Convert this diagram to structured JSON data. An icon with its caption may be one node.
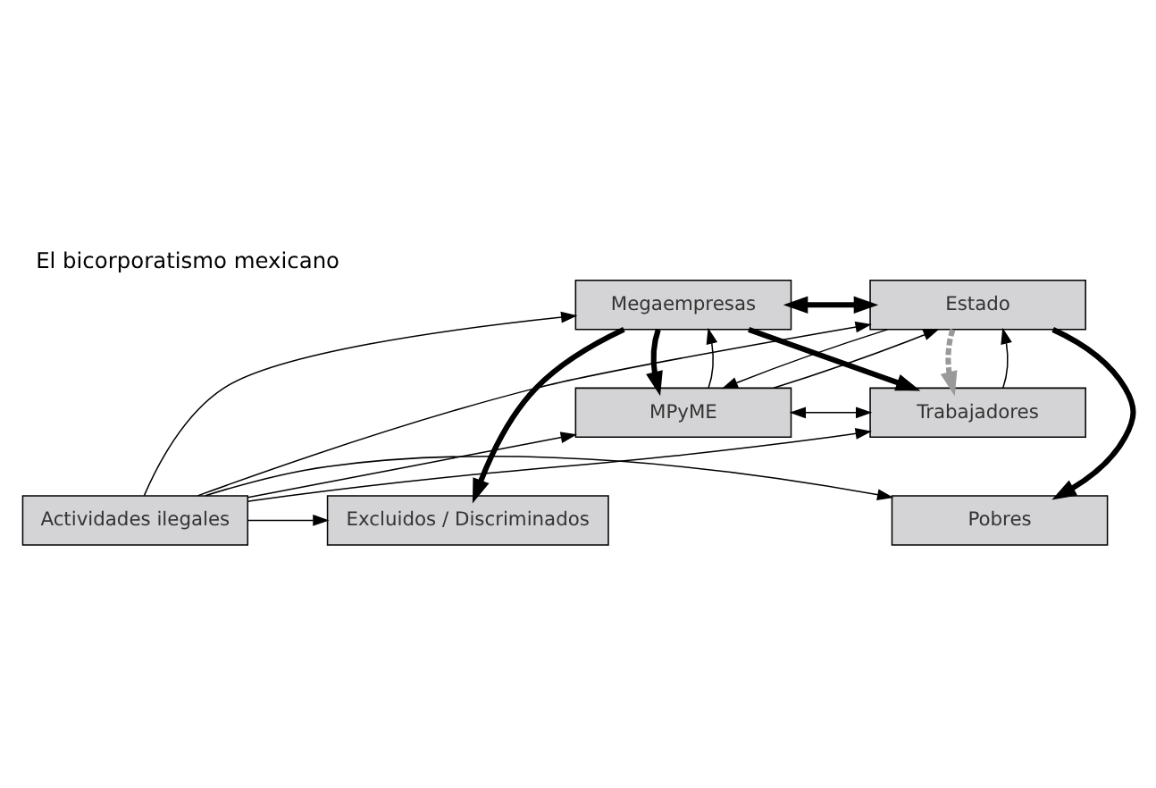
{
  "diagram": {
    "title": "El bicorporatismo mexicano",
    "nodes": [
      {
        "text": [
          "Megaempresas"
        ]
      },
      {
        "text": [
          "Estado"
        ]
      },
      {
        "text": [
          "MPyME"
        ]
      },
      {
        "text": [
          "Trabajadores"
        ]
      },
      {
        "text": [
          "Excluidos / Discriminados"
        ]
      },
      {
        "text": [
          "Pobres"
        ]
      },
      {
        "text": [
          "Actividades ilegales"
        ]
      }
    ],
    "edges": [
      {
        "from": 0,
        "to": 1,
        "arrow": "both",
        "style": "thick"
      },
      {
        "from": 0,
        "to": 2,
        "arrow": "to",
        "style": "thick"
      },
      {
        "from": 2,
        "to": 0,
        "arrow": "to"
      },
      {
        "from": 0,
        "to": 3,
        "arrow": "to",
        "style": "thick"
      },
      {
        "from": 3,
        "to": 1,
        "arrow": "to"
      },
      {
        "from": 1,
        "to": 3,
        "arrow": "to",
        "style": "dashed",
        "color": "#999999"
      },
      {
        "from": 0,
        "to": 4,
        "arrow": "to",
        "style": "thick"
      },
      {
        "from": 1,
        "to": 5,
        "arrow": "to",
        "style": "thick"
      },
      {
        "from": 1,
        "to": 2,
        "arrow": "to"
      },
      {
        "from": 2,
        "to": 1,
        "arrow": "to"
      },
      {
        "from": 2,
        "to": 3,
        "arrow": "both"
      },
      {
        "from": 6,
        "to": 0,
        "arrow": "to"
      },
      {
        "from": 6,
        "to": 2,
        "arrow": "to"
      },
      {
        "from": 6,
        "to": 1,
        "arrow": "to"
      },
      {
        "from": 6,
        "to": 3,
        "arrow": "to"
      },
      {
        "from": 6,
        "to": 4,
        "arrow": "to"
      },
      {
        "from": 6,
        "to": 5,
        "arrow": "to"
      }
    ]
  }
}
